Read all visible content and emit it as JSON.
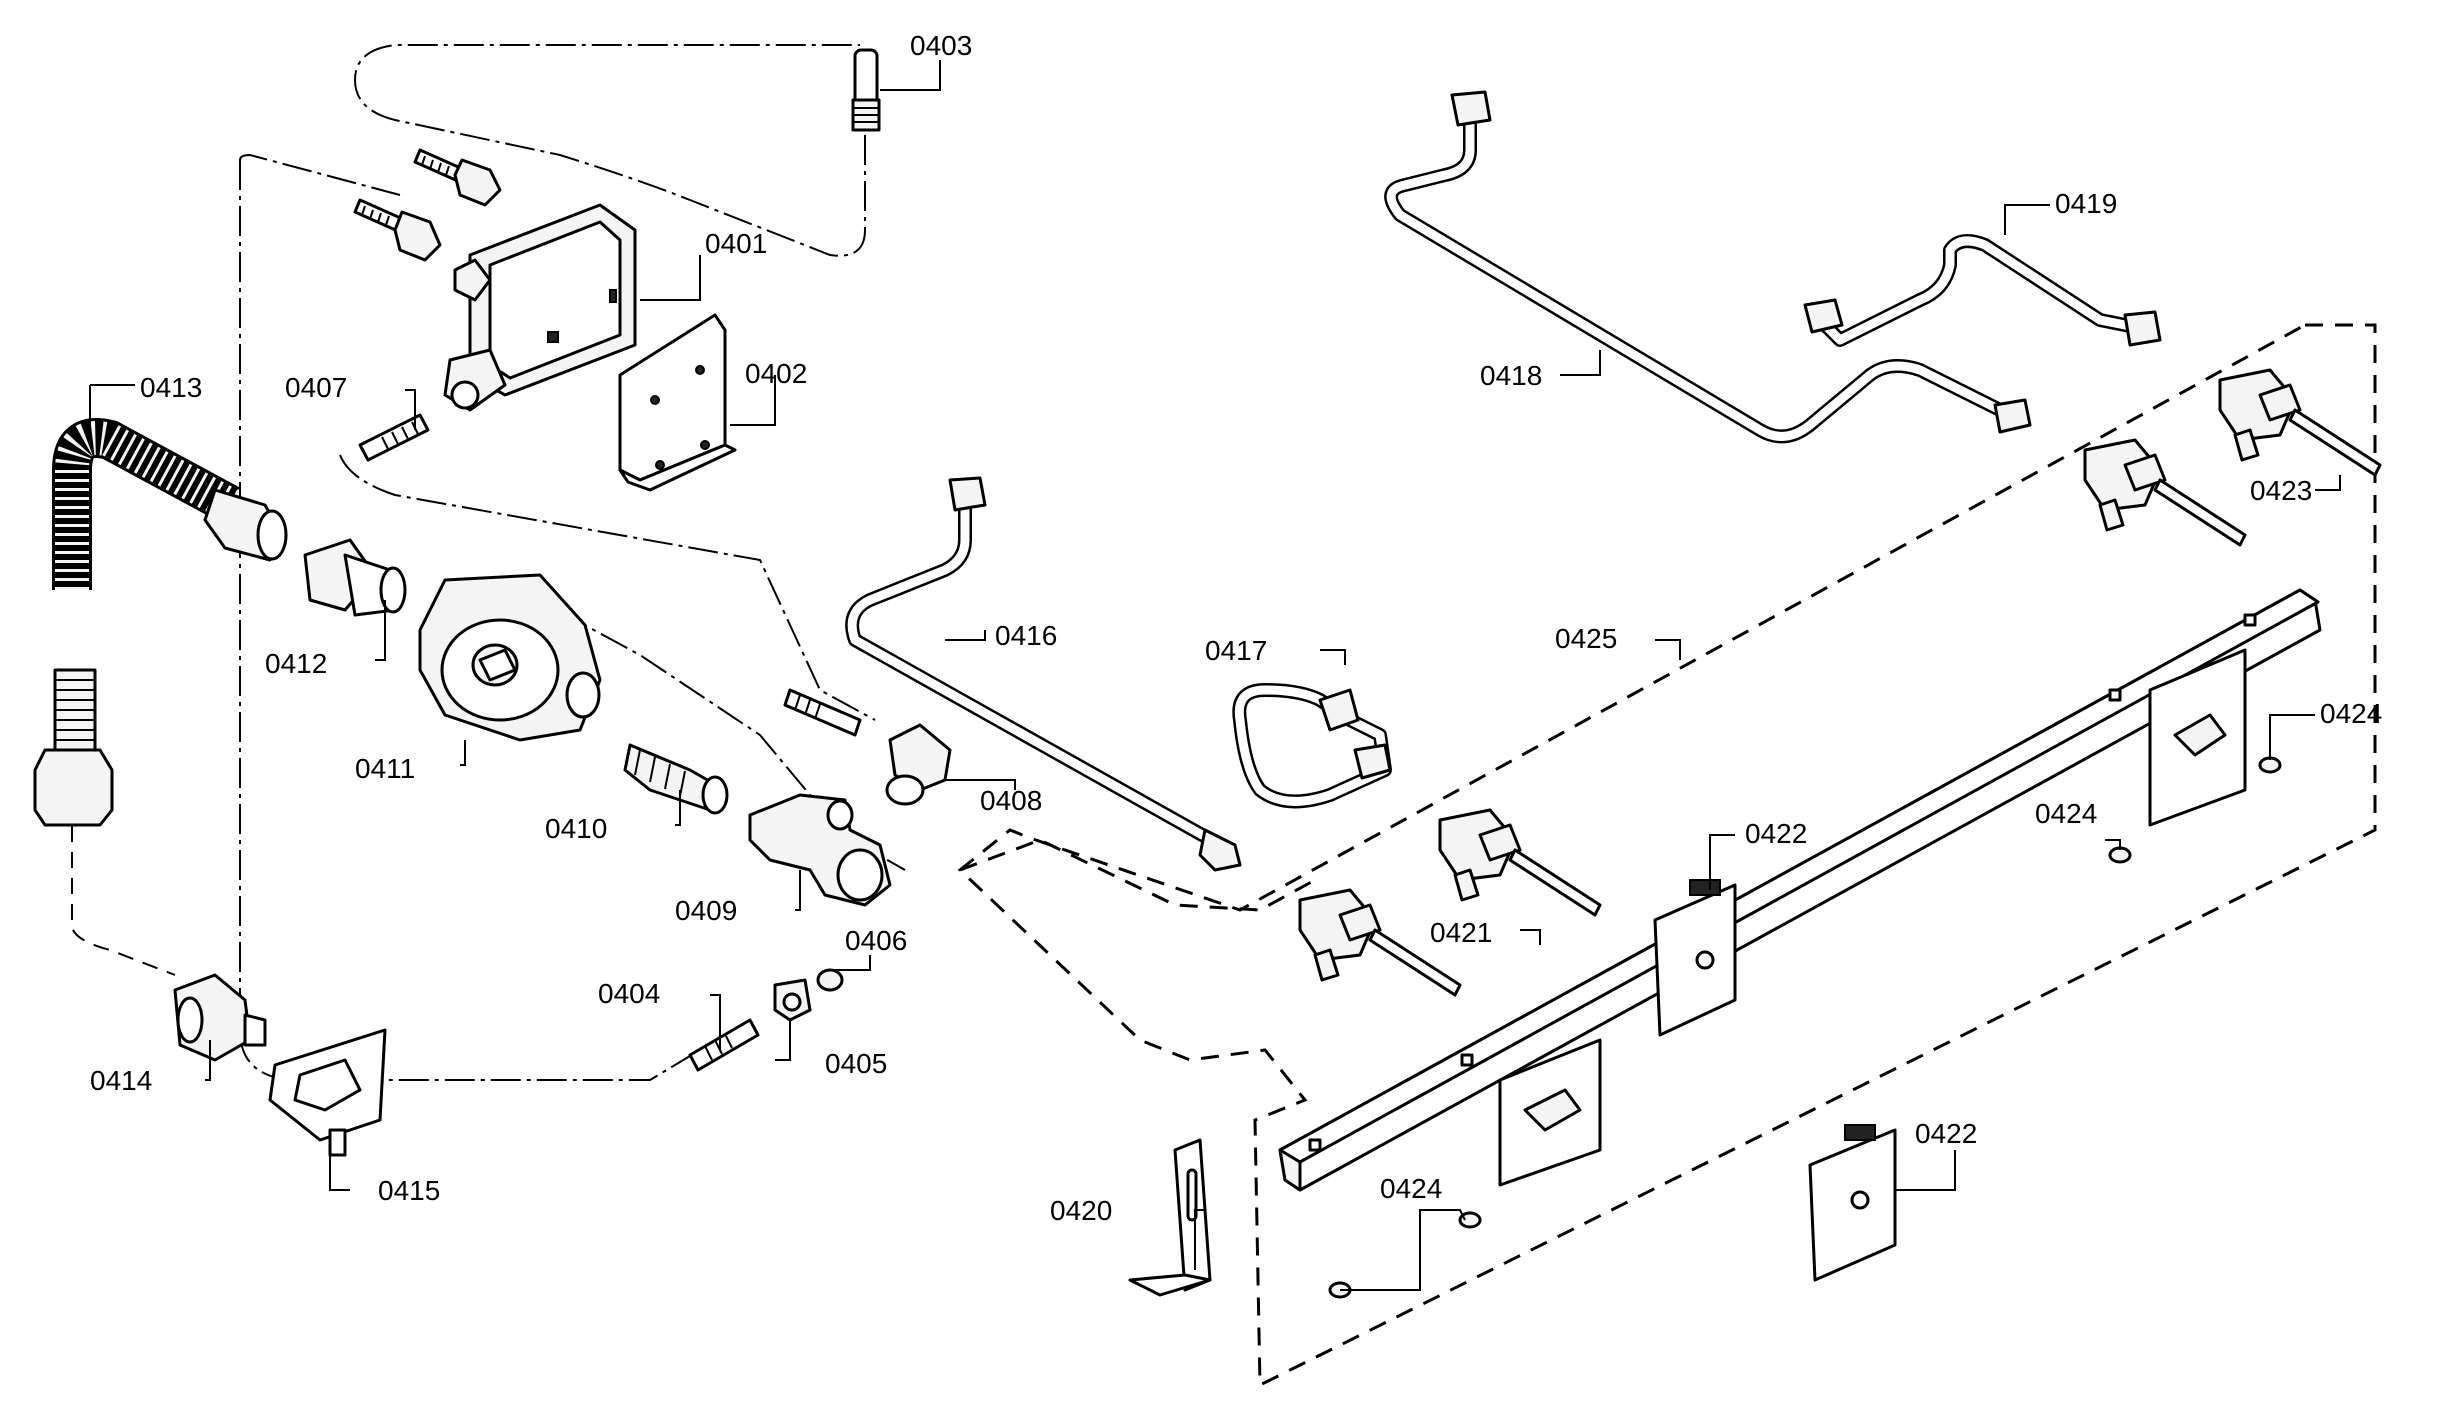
{
  "callouts": {
    "c0401": "0401",
    "c0402": "0402",
    "c0403": "0403",
    "c0404": "0404",
    "c0405": "0405",
    "c0406": "0406",
    "c0407": "0407",
    "c0408": "0408",
    "c0409": "0409",
    "c0410": "0410",
    "c0411": "0411",
    "c0412": "0412",
    "c0413": "0413",
    "c0414": "0414",
    "c0415": "0415",
    "c0416": "0416",
    "c0417": "0417",
    "c0418": "0418",
    "c0419": "0419",
    "c0420": "0420",
    "c0421": "0421",
    "c0422a": "0422",
    "c0422b": "0422",
    "c0423": "0423",
    "c0424a": "0424",
    "c0424b": "0424",
    "c0424c": "0424",
    "c0425": "0425"
  },
  "colors": {
    "line": "#000000",
    "background": "#ffffff",
    "fill": "#f4f4f4"
  }
}
